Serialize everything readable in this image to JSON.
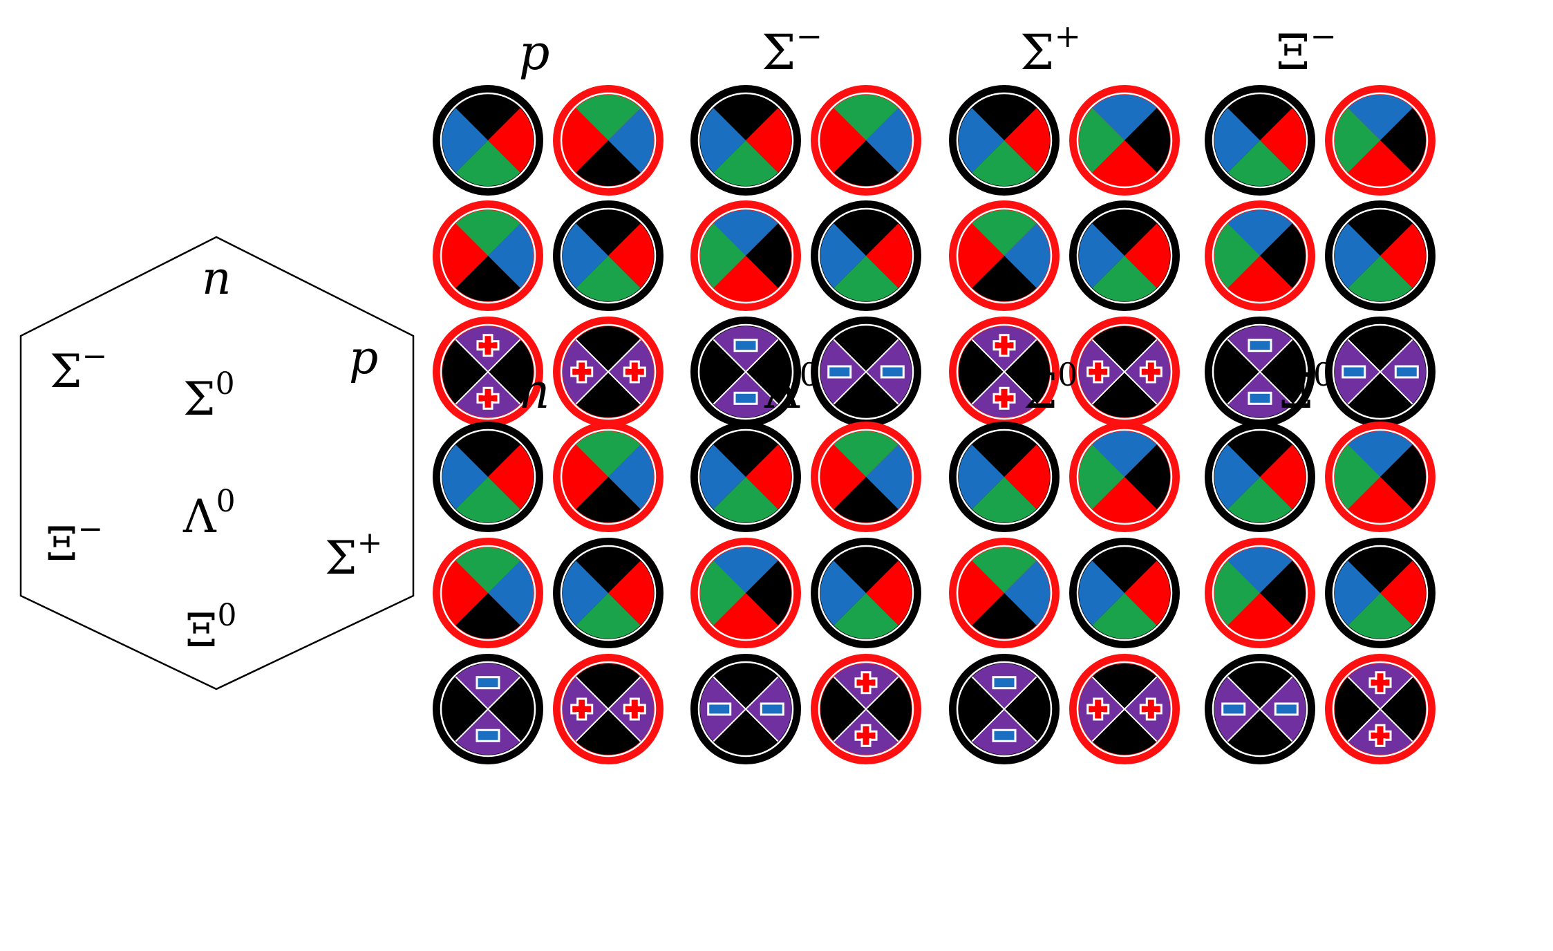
{
  "colors": {
    "black": "#000000",
    "red": "#ff0000",
    "green": "#1aa34a",
    "blue": "#1a6fc0",
    "purple": "#7030a0",
    "ring_black": "#000000",
    "ring_red": "#ff1010"
  },
  "octet": {
    "n": {
      "base": "n",
      "sup": ""
    },
    "p": {
      "base": "p",
      "sup": ""
    },
    "sigma_minus": {
      "base": "Σ",
      "sup": "−"
    },
    "sigma_zero": {
      "base": "Σ",
      "sup": "0"
    },
    "lambda_zero": {
      "base": "Λ",
      "sup": "0"
    },
    "sigma_plus": {
      "base": "Σ",
      "sup": "+"
    },
    "xi_minus": {
      "base": "Ξ",
      "sup": "−"
    },
    "xi_zero": {
      "base": "Ξ",
      "sup": "0"
    }
  },
  "columns": [
    {
      "title": {
        "base": "p",
        "italic": true,
        "sup": ""
      },
      "rows": [
        [
          {
            "ring": "black",
            "q": [
              "k",
              "r",
              "g",
              "b"
            ]
          },
          {
            "ring": "red",
            "q": [
              "g",
              "b",
              "k",
              "r"
            ]
          }
        ],
        [
          {
            "ring": "red",
            "q": [
              "g",
              "b",
              "k",
              "r"
            ]
          },
          {
            "ring": "black",
            "q": [
              "k",
              "r",
              "g",
              "b"
            ]
          }
        ],
        [
          {
            "ring": "red",
            "q": [
              "plus",
              "k",
              "plus",
              "k"
            ]
          },
          {
            "ring": "red",
            "q": [
              "k",
              "plus",
              "k",
              "plus"
            ]
          }
        ]
      ]
    },
    {
      "title": {
        "base": "Σ",
        "italic": false,
        "sup": "−"
      },
      "rows": [
        [
          {
            "ring": "black",
            "q": [
              "k",
              "r",
              "g",
              "b"
            ]
          },
          {
            "ring": "red",
            "q": [
              "g",
              "b",
              "k",
              "r"
            ]
          }
        ],
        [
          {
            "ring": "red",
            "q": [
              "b",
              "k",
              "r",
              "g"
            ]
          },
          {
            "ring": "black",
            "q": [
              "k",
              "r",
              "g",
              "b"
            ]
          }
        ],
        [
          {
            "ring": "black",
            "q": [
              "minus",
              "k",
              "minus",
              "k"
            ]
          },
          {
            "ring": "black",
            "q": [
              "k",
              "minus",
              "k",
              "minus"
            ]
          }
        ]
      ]
    },
    {
      "title": {
        "base": "Σ",
        "italic": false,
        "sup": "+"
      },
      "rows": [
        [
          {
            "ring": "black",
            "q": [
              "k",
              "r",
              "g",
              "b"
            ]
          },
          {
            "ring": "red",
            "q": [
              "b",
              "k",
              "r",
              "g"
            ]
          }
        ],
        [
          {
            "ring": "red",
            "q": [
              "g",
              "b",
              "k",
              "r"
            ]
          },
          {
            "ring": "black",
            "q": [
              "k",
              "r",
              "g",
              "b"
            ]
          }
        ],
        [
          {
            "ring": "red",
            "q": [
              "plus",
              "k",
              "plus",
              "k"
            ]
          },
          {
            "ring": "red",
            "q": [
              "k",
              "plus",
              "k",
              "plus"
            ]
          }
        ]
      ]
    },
    {
      "title": {
        "base": "Ξ",
        "italic": false,
        "sup": "−"
      },
      "rows": [
        [
          {
            "ring": "black",
            "q": [
              "k",
              "r",
              "g",
              "b"
            ]
          },
          {
            "ring": "red",
            "q": [
              "b",
              "k",
              "r",
              "g"
            ]
          }
        ],
        [
          {
            "ring": "red",
            "q": [
              "b",
              "k",
              "r",
              "g"
            ]
          },
          {
            "ring": "black",
            "q": [
              "k",
              "r",
              "g",
              "b"
            ]
          }
        ],
        [
          {
            "ring": "black",
            "q": [
              "minus",
              "k",
              "minus",
              "k"
            ]
          },
          {
            "ring": "black",
            "q": [
              "k",
              "minus",
              "k",
              "minus"
            ]
          }
        ]
      ]
    },
    {
      "title": {
        "base": "n",
        "italic": true,
        "sup": ""
      },
      "rows": [
        [
          {
            "ring": "black",
            "q": [
              "k",
              "r",
              "g",
              "b"
            ]
          },
          {
            "ring": "red",
            "q": [
              "g",
              "b",
              "k",
              "r"
            ]
          }
        ],
        [
          {
            "ring": "red",
            "q": [
              "g",
              "b",
              "k",
              "r"
            ]
          },
          {
            "ring": "black",
            "q": [
              "k",
              "r",
              "g",
              "b"
            ]
          }
        ],
        [
          {
            "ring": "black",
            "q": [
              "minus",
              "k",
              "minus",
              "k"
            ]
          },
          {
            "ring": "red",
            "q": [
              "k",
              "plus",
              "k",
              "plus"
            ]
          }
        ]
      ]
    },
    {
      "title": {
        "base": "Λ",
        "italic": false,
        "sup": "0"
      },
      "rows": [
        [
          {
            "ring": "black",
            "q": [
              "k",
              "r",
              "g",
              "b"
            ]
          },
          {
            "ring": "red",
            "q": [
              "g",
              "b",
              "k",
              "r"
            ]
          }
        ],
        [
          {
            "ring": "red",
            "q": [
              "b",
              "k",
              "r",
              "g"
            ]
          },
          {
            "ring": "black",
            "q": [
              "k",
              "r",
              "g",
              "b"
            ]
          }
        ],
        [
          {
            "ring": "black",
            "q": [
              "k",
              "minus",
              "k",
              "minus"
            ]
          },
          {
            "ring": "red",
            "q": [
              "plus",
              "k",
              "plus",
              "k"
            ]
          }
        ]
      ]
    },
    {
      "title": {
        "base": "Σ",
        "italic": false,
        "sup": "0"
      },
      "rows": [
        [
          {
            "ring": "black",
            "q": [
              "k",
              "r",
              "g",
              "b"
            ]
          },
          {
            "ring": "red",
            "q": [
              "b",
              "k",
              "r",
              "g"
            ]
          }
        ],
        [
          {
            "ring": "red",
            "q": [
              "g",
              "b",
              "k",
              "r"
            ]
          },
          {
            "ring": "black",
            "q": [
              "k",
              "r",
              "g",
              "b"
            ]
          }
        ],
        [
          {
            "ring": "black",
            "q": [
              "minus",
              "k",
              "minus",
              "k"
            ]
          },
          {
            "ring": "red",
            "q": [
              "k",
              "plus",
              "k",
              "plus"
            ]
          }
        ]
      ]
    },
    {
      "title": {
        "base": "Ξ",
        "italic": false,
        "sup": "0"
      },
      "rows": [
        [
          {
            "ring": "black",
            "q": [
              "k",
              "r",
              "g",
              "b"
            ]
          },
          {
            "ring": "red",
            "q": [
              "b",
              "k",
              "r",
              "g"
            ]
          }
        ],
        [
          {
            "ring": "red",
            "q": [
              "b",
              "k",
              "r",
              "g"
            ]
          },
          {
            "ring": "black",
            "q": [
              "k",
              "r",
              "g",
              "b"
            ]
          }
        ],
        [
          {
            "ring": "black",
            "q": [
              "k",
              "minus",
              "k",
              "minus"
            ]
          },
          {
            "ring": "red",
            "q": [
              "plus",
              "k",
              "plus",
              "k"
            ]
          }
        ]
      ]
    }
  ]
}
